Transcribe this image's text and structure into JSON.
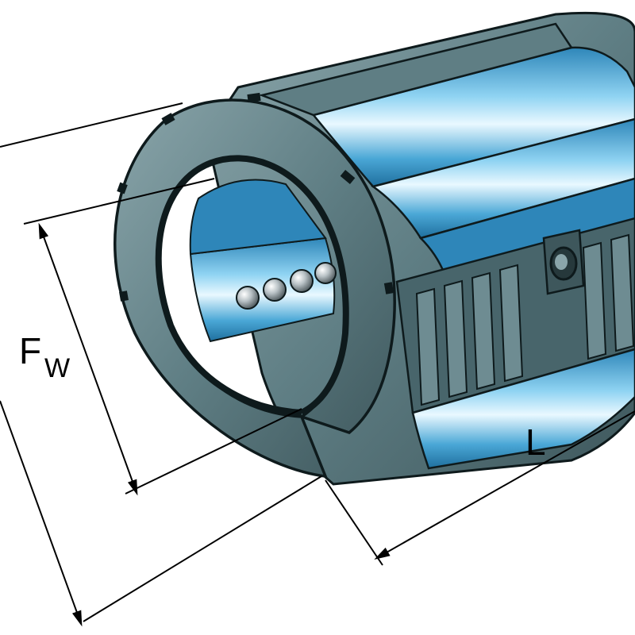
{
  "diagram": {
    "labels": {
      "fw_main": "F",
      "fw_sub": "W",
      "length": "L"
    },
    "colors": {
      "housing": "#5f7e84",
      "housing_dark": "#3e575c",
      "housing_light": "#8aa5aa",
      "bore_blue": "#4aa7d6",
      "bore_light": "#cfeefc",
      "ball_steel": "#b9c2c6",
      "outline": "#0e1a1c"
    }
  }
}
